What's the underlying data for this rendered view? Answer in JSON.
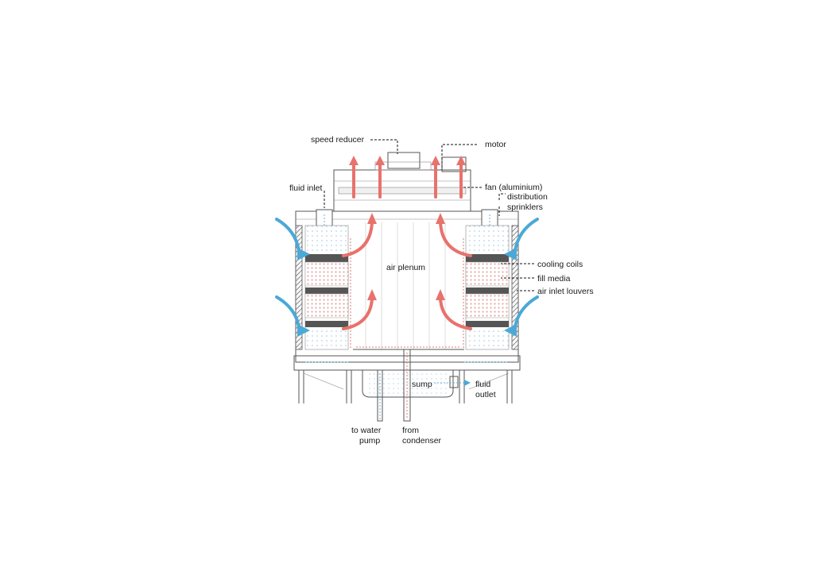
{
  "diagram": {
    "labels": {
      "speed_reducer": "speed reducer",
      "motor": "motor",
      "fluid_inlet": "fluid inlet",
      "fan": "fan (aluminium)",
      "distribution_line1": "distribution",
      "distribution_line2": "sprinklers",
      "air_plenum": "air plenum",
      "cooling_coils": "cooling coils",
      "fill_media": "fill media",
      "air_inlet_louvers": "air inlet louvers",
      "sump": "sump",
      "fluid_outlet_line1": "fluid",
      "fluid_outlet_line2": "outlet",
      "to_water_pump_line1": "to water",
      "to_water_pump_line2": "pump",
      "from_condenser_line1": "from",
      "from_condenser_line2": "condenser"
    },
    "colors": {
      "hot_air": "#e8726c",
      "cool_air": "#4aa9d6",
      "outline": "#555555",
      "text": "#1a1a1a"
    }
  }
}
